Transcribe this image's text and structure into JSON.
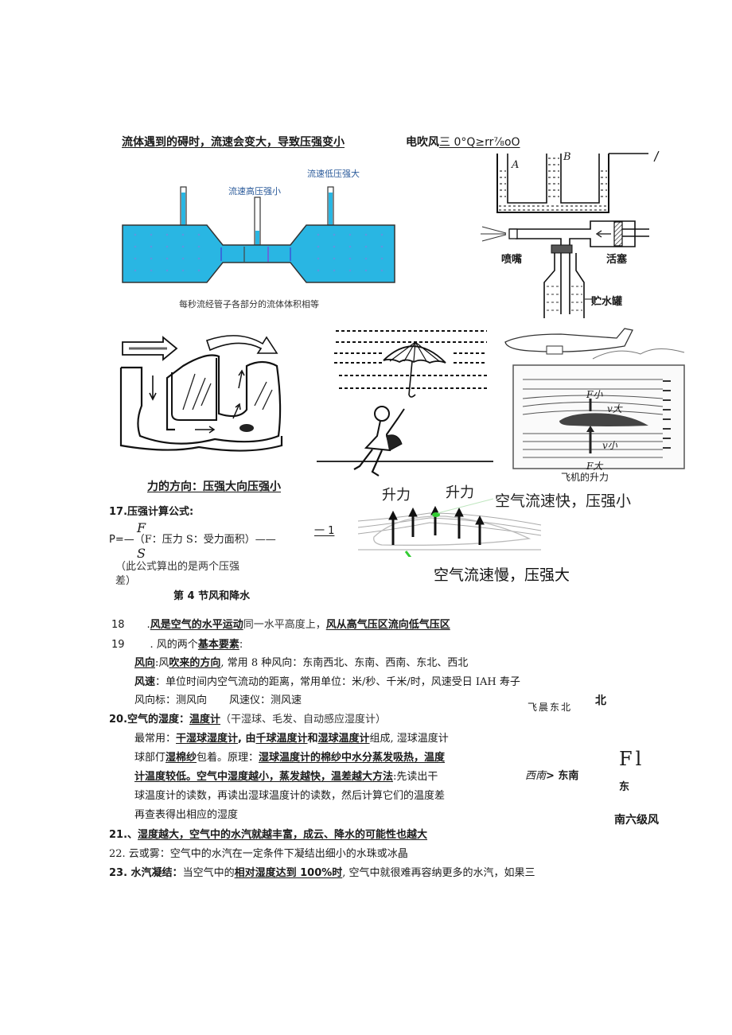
{
  "header": {
    "left_caption": "流体遇到的碍时，流速会变大，导致压强变小",
    "right_caption_prefix": "电吹风",
    "right_caption_garbled": "三 0°Q≥rr⅞oO"
  },
  "figures": {
    "venturi": {
      "label_low_speed": "流速低压强大",
      "label_high_speed": "流速高压强小",
      "caption": "每秒流经管子各部分的流体体积相等"
    },
    "sprayer": {
      "label_a": "A",
      "label_b": "B",
      "label_nozzle": "喷嘴",
      "label_piston": "活塞",
      "label_tank": "贮水罐"
    },
    "burrow": {
      "caption": "力的方向：压强大向压强小"
    },
    "umbrella": {},
    "airplane": {
      "label_f_small": "F小",
      "label_v_big": "v大",
      "label_v_small": "v小",
      "label_f_big": "F大",
      "caption": "飞机的升力"
    },
    "wing_lift": {
      "lift_label_1": "升力",
      "lift_label_2": "升力",
      "top_caption": "空气流速快，压强小",
      "bottom_caption": "空气流速慢，压强大"
    }
  },
  "section17": {
    "title": "17.压强计算公式:",
    "formula_prefix": "P=—",
    "numerator": "F",
    "denominator": "S",
    "formula_desc": "（F：压力 S：受力面积）——",
    "side_note": "一 1",
    "note_line1": "（此公式算出的是两个压强",
    "note_line2": "差）"
  },
  "section_heading": "第 4 节风和降水",
  "items": {
    "i18": {
      "num": "18",
      "dot": ".",
      "u1": "风是空气的水平运动",
      "text1": "同一水平高度上，",
      "u2": "风从高气压区流向低气压区"
    },
    "i19": {
      "num": "19",
      "dot": ". 风的两个",
      "u1": "基本要素",
      "colon": ":"
    },
    "wind_direction": {
      "u1": "风向",
      "t1": ":风",
      "u2": "吹来的方向",
      "t2": ", 常用 8 种风向：东南西北、东南、西南、东北、西北"
    },
    "wind_speed": {
      "label": "风速",
      "text": "：单位时间内空气流动的距离，常用单位：米/秒、千米/时，风速受日 IAH 寿子"
    },
    "instruments": {
      "t1": "风向标：测风向",
      "t2": "风速仪：测风速"
    },
    "i20": {
      "title": "20.空气的湿度：",
      "u1": "温度计",
      "t1": "（干湿球、毛发、自动感应湿度计）",
      "l2_t1": "最常用：",
      "l2_u1": "干湿球湿度计",
      "l2_t2": ", 由",
      "l2_u2": "千球温度计",
      "l2_t3": "和",
      "l2_u3": "湿球温度计",
      "l2_t4": "组成, 湿球温度计",
      "l3_t1": "球部仃",
      "l3_u1": "湿棉纱",
      "l3_t2": "包着。原理：",
      "l3_u2": "湿球温度计的棉纱中水分蒸发吸热，温度",
      "l4_u1": "计温度较低。空气中湿度越小，蒸发越快，温差越大方法",
      "l4_t1": ":先读出干",
      "l5": "球温度计的读数，再读出湿球温度计的读数，然后计算它们的温度差",
      "l6": "再查表得出相应的湿度"
    },
    "i21": {
      "num": "21.、",
      "u1": "湿度越大，空气中的水汽就越丰富，成云、降水的可能性也越大"
    },
    "i22": {
      "text": "22. 云或雾：空气中的水汽在一定条件下凝结出细小的水珠或冰晶"
    },
    "i23": {
      "title": "23. 水汽凝结：",
      "t1": "当空气中的",
      "u1": "相对湿度达到 100%时",
      "t2": ", 空气中就很难再容纳更多的水汽，如果三"
    }
  },
  "side_notes": {
    "feichen_dongbei": "飞晨东北",
    "bei": "北",
    "xinan_dongnan_italic": "西南",
    "gt_dongnan": "> 东南",
    "fl": "Fl",
    "dong": "东",
    "nan_liuji_feng": "南六级风"
  }
}
